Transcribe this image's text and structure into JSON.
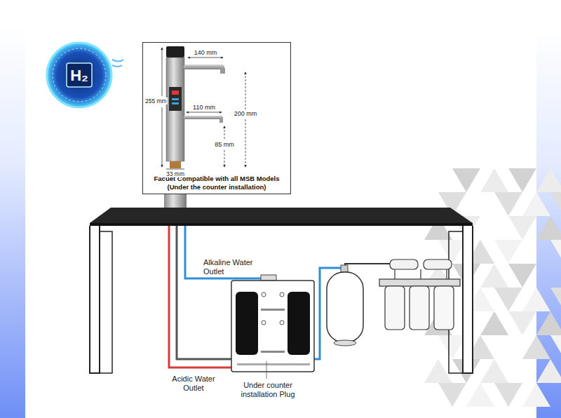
{
  "diagram": {
    "nodes": [
      {
        "text": [
          "Facuet Compatible with all MSB Models (Under the counter installation)"
        ]
      }
    ],
    "labels": [
      "H₂",
      "140 mm",
      "255 mm",
      "110 mm",
      "200 mm",
      "85 mm",
      "33 mm",
      "Alkaline Water Outlet",
      "Acidic Water Outlet",
      "Under counter installation Plug"
    ]
  }
}
